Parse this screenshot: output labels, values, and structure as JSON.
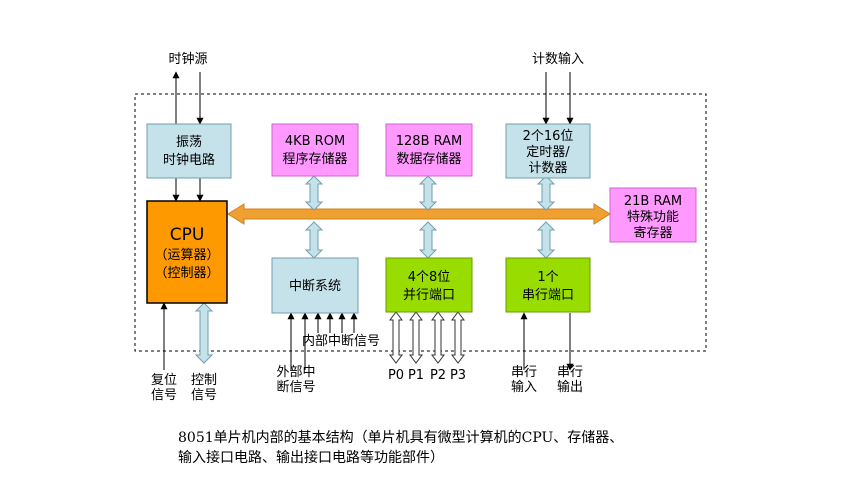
{
  "signals": {
    "clock_source": "时钟源",
    "count_input": "计数输入",
    "reset": [
      "复位",
      "信号"
    ],
    "control": [
      "控制",
      "信号"
    ],
    "ext_interrupt": [
      "外部中",
      "断信号"
    ],
    "int_interrupt": "内部中断信号",
    "ports": [
      "P0",
      "P1",
      "P2",
      "P3"
    ],
    "serial_in": [
      "串行",
      "输入"
    ],
    "serial_out": [
      "串行",
      "输出"
    ]
  },
  "blocks": {
    "oscillator": [
      "振荡",
      "时钟电路"
    ],
    "rom": [
      "4KB ROM",
      "程序存储器"
    ],
    "ram": [
      "128B RAM",
      "数据存储器"
    ],
    "timer": [
      "2个16位",
      "定时器/",
      "计数器"
    ],
    "sfr": [
      "21B RAM",
      "特殊功能",
      "寄存器"
    ],
    "cpu": [
      "CPU",
      "（运算器）",
      "（控制器）"
    ],
    "interrupt": [
      "中断系统"
    ],
    "parallel": [
      "4个8位",
      "并行端口"
    ],
    "serial": [
      "1个",
      "串行端口"
    ]
  },
  "colors": {
    "light_blue": "#c5e1ea",
    "pink": "#ff99ff",
    "green": "#99dd00",
    "orange": "#ff9900",
    "bus": "#f0a030",
    "dashed_border": "#000000"
  },
  "caption": {
    "line1": "8051单片机内部的基本结构（单片机具有微型计算机的CPU、存储器、",
    "line2": "输入接口电路、输出接口电路等功能部件）"
  }
}
